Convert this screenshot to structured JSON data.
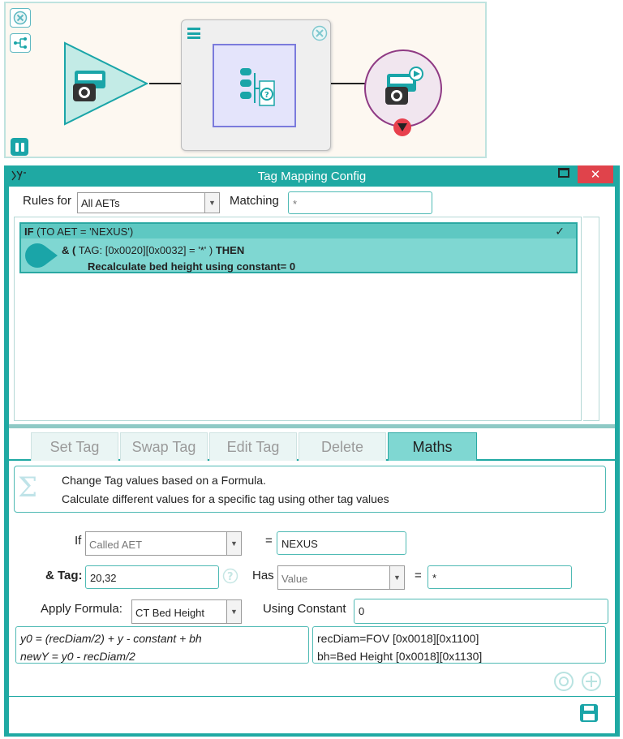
{
  "pipeline": {
    "controls": [
      "close-icon",
      "tree-icon",
      "pause-icon"
    ],
    "nodes": [
      "input-node",
      "rule-node",
      "output-node"
    ]
  },
  "dialog": {
    "title": "Tag Mapping Config",
    "close_symbol": "✕"
  },
  "rules_header": {
    "rules_for_label": "Rules for",
    "rules_for_value": "All AETs",
    "matching_label": "Matching",
    "matching_value": "*"
  },
  "rule": {
    "if_prefix": "IF",
    "if_condition": " (TO AET = 'NEXUS')",
    "check": "✓",
    "and_prefix": "& (",
    "tag_condition": " TAG: [0x0020][0x0032] = '*' ) ",
    "then": "THEN",
    "action": "Recalculate bed height using constant= 0"
  },
  "tabs": [
    {
      "label": "Set Tag",
      "active": false
    },
    {
      "label": "Swap Tag",
      "active": false
    },
    {
      "label": "Edit Tag",
      "active": false
    },
    {
      "label": "Delete",
      "active": false
    },
    {
      "label": "Maths",
      "active": true
    }
  ],
  "description": {
    "line1": "Change Tag values based on a Formula.",
    "line2": "Calculate different values for a specific tag using other tag values"
  },
  "form": {
    "if_label": "If",
    "if_select": "Called AET",
    "eq1": "=",
    "if_value": "NEXUS",
    "tag_label": "& Tag:",
    "tag_value": "20,32",
    "has_label": "Has",
    "has_select": "Value",
    "eq2": "=",
    "has_value": "*",
    "formula_label": "Apply Formula:",
    "formula_select": "CT Bed Height",
    "constant_label": "Using Constant",
    "constant_value": "0",
    "formula_lines": [
      "y0 = (recDiam/2) + y - constant + bh",
      "newY = y0 - recDiam/2"
    ],
    "variable_lines": [
      "recDiam=FOV [0x0018][0x1100]",
      "bh=Bed Height [0x0018][0x1130]"
    ]
  },
  "colors": {
    "accent": "#1fa9a3",
    "rule_bg": "#7fd7d2",
    "close": "#e0434b"
  }
}
